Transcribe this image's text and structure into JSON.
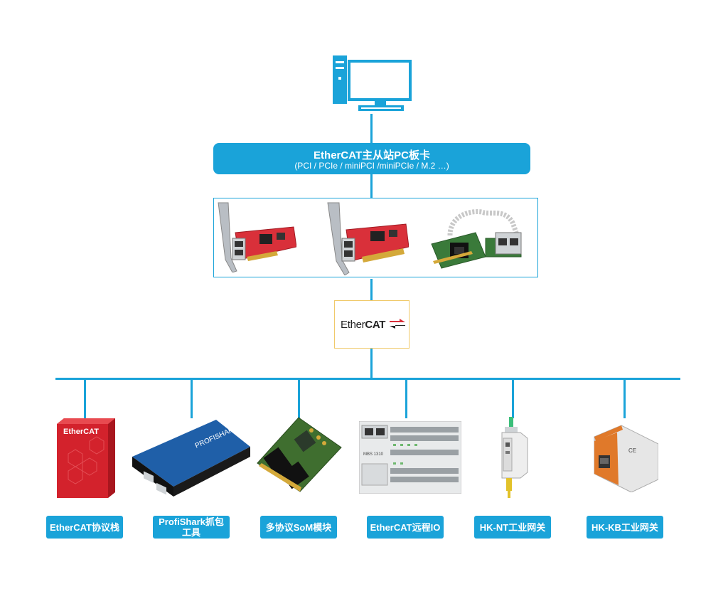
{
  "master": {
    "title": "EtherCAT主从站PC板卡",
    "subtitle": "(PCI / PCIe / miniPCI /miniPCIe / M.2 …)"
  },
  "logo": {
    "ether": "Ether",
    "cat": "CAT"
  },
  "products": [
    {
      "label": "EtherCAT协议栈",
      "box_text": "EtherCAT"
    },
    {
      "label_line1": "ProfiShark抓包",
      "label_line2": "工具",
      "brand": "PROFISHARK"
    },
    {
      "label": "多协议SoM模块"
    },
    {
      "label": "EtherCAT远程IO",
      "model": "MBS 1310"
    },
    {
      "label": "HK-NT工业网关"
    },
    {
      "label": "HK-KB工业网关",
      "ce": "CE"
    }
  ],
  "colors": {
    "accent": "#1aa3d9",
    "logo_border": "#f0c96a",
    "card_red": "#d9303a"
  }
}
